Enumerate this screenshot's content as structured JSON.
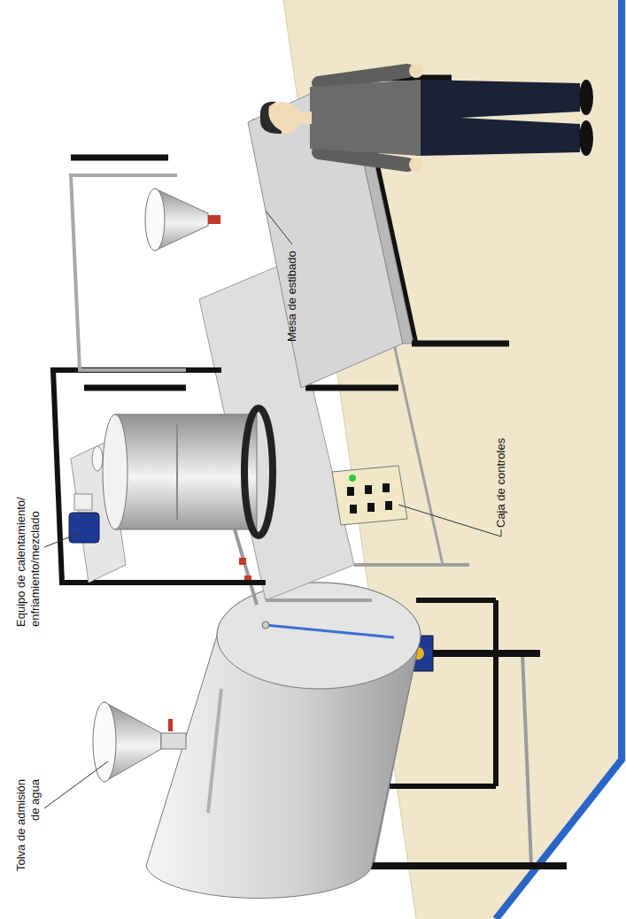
{
  "diagram": {
    "labels": [
      "Tolva de admisión de agua",
      "Equipo de calentamiento/ enfriamiento/mezclado",
      "Caja de controles",
      "Mesa de estibado"
    ]
  }
}
